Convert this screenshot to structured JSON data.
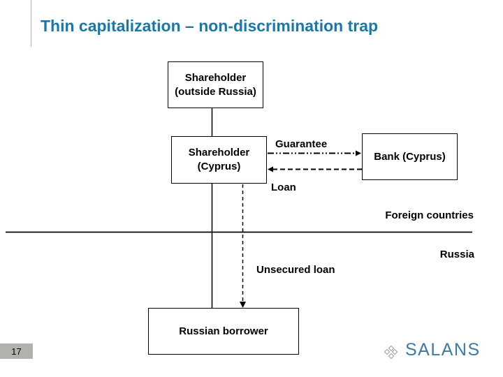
{
  "slide": {
    "title": "Thin capitalization – non-discrimination trap",
    "page_number": "17"
  },
  "diagram": {
    "boxes": {
      "shareholder_outside": {
        "line1": "Shareholder",
        "line2": "(outside Russia)"
      },
      "shareholder_cyprus": {
        "line1": "Shareholder",
        "line2": "(Cyprus)"
      },
      "bank_cyprus": {
        "label": "Bank (Cyprus)"
      },
      "russian_borrower": {
        "label": "Russian borrower"
      }
    },
    "edge_labels": {
      "guarantee": "Guarantee",
      "loan": "Loan",
      "unsecured_loan": "Unsecured loan"
    },
    "region_labels": {
      "foreign_countries": "Foreign countries",
      "russia": "Russia"
    }
  },
  "footer": {
    "logo_text": "SALANS"
  },
  "colors": {
    "title": "#1878a8",
    "logo_text": "#3d7aa6",
    "logo_diamond": "#9a9a94",
    "page_badge_bg": "#b2b2ac",
    "diagram_line": "#000000"
  }
}
